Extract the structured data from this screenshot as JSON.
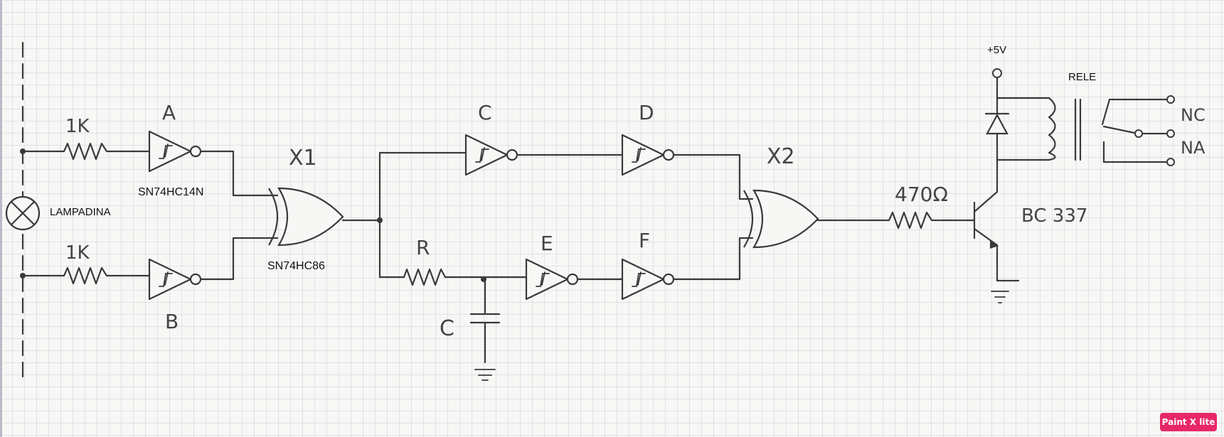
{
  "labels": {
    "r1": "1K",
    "r2": "1K",
    "gate_a": "A",
    "gate_b": "B",
    "ic1": "SN74HC14N",
    "lamp": "LAMPADINA",
    "x1": "X1",
    "ic2": "SN74HC86",
    "gate_c": "C",
    "gate_d": "D",
    "gate_e": "E",
    "gate_f": "F",
    "resistor_r": "R",
    "capacitor_c": "C",
    "x2": "X2",
    "r3": "470Ω",
    "transistor": "BC 337",
    "supply": "+5V",
    "relay": "RELE",
    "nc": "NC",
    "na": "NA"
  },
  "watermark": "Paint X lite",
  "colors": {
    "ink": "#3a3a3a",
    "grid": "#c9ccd3",
    "badge": "#e8276a"
  }
}
